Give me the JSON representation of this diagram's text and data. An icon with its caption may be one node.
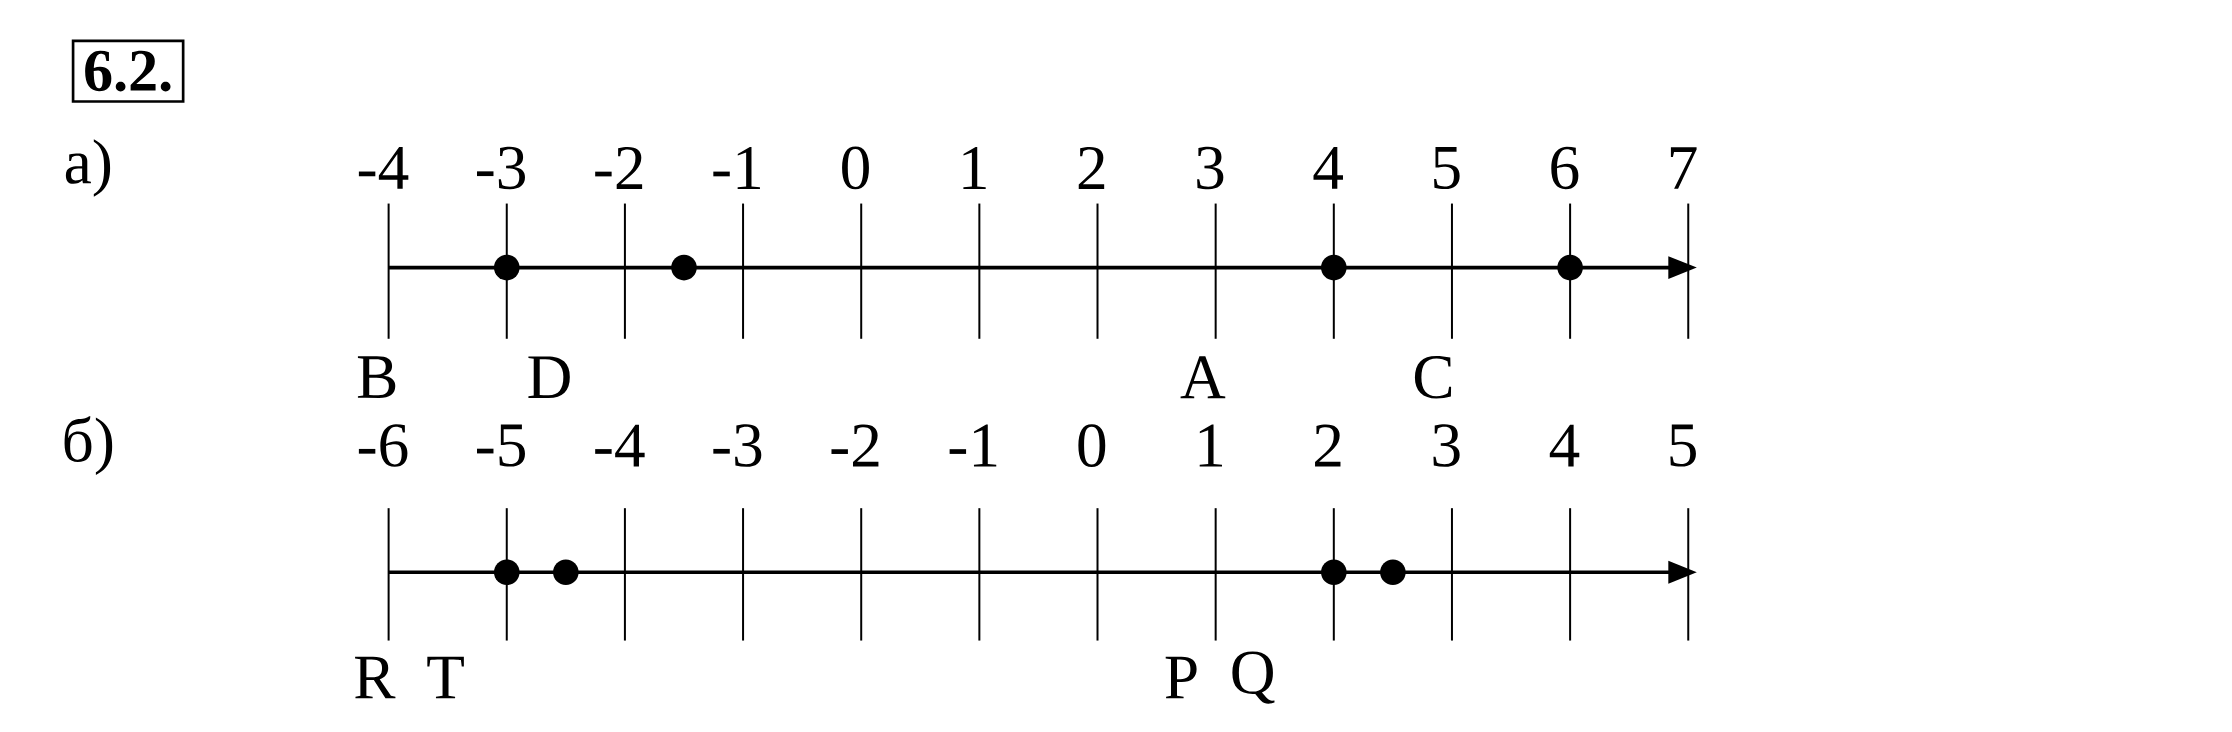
{
  "diagram": {
    "title": "6.2.",
    "labels": [
      "а)",
      "-4",
      "-3",
      "-2",
      "-1",
      "0",
      "1",
      "2",
      "3",
      "4",
      "5",
      "6",
      "7",
      "B",
      "D",
      "A",
      "C",
      "б)",
      "-6",
      "-5",
      "-4",
      "-3",
      "-2",
      "-1",
      "0",
      "1",
      "2",
      "3",
      "4",
      "5",
      "R",
      "T",
      "P",
      "Q"
    ]
  }
}
